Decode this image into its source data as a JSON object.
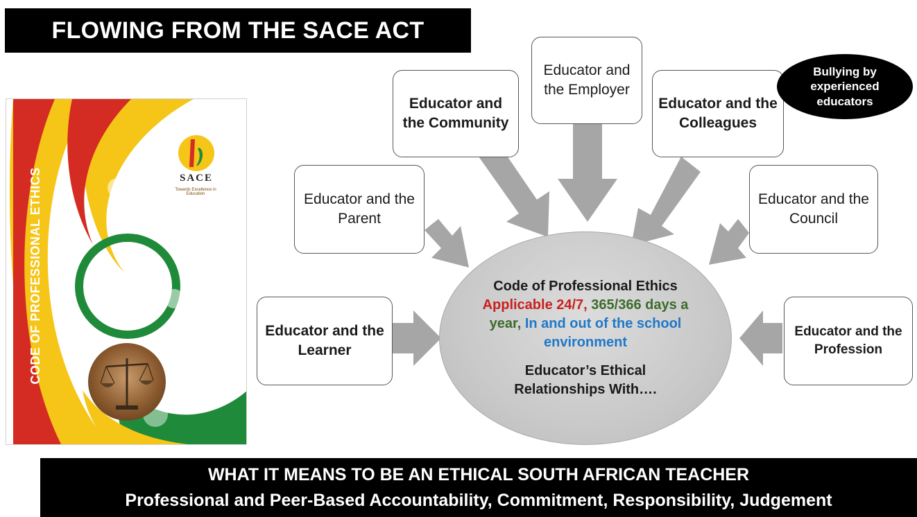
{
  "title": "FLOWING FROM THE SACE ACT",
  "cover": {
    "vertical_title": "CODE OF PROFESSIONAL ETHICS",
    "logo_text": "SACE",
    "logo_subtitle": "Towards Excellence in Education",
    "colors": {
      "red": "#d42b22",
      "yellow": "#f5c518",
      "green": "#1f8a3a"
    }
  },
  "boxes": {
    "community": "Educator and the Community",
    "employer": "Educator and the Employer",
    "colleagues": "Educator and the Colleagues",
    "parent": "Educator and the Parent",
    "council": "Educator and the Council",
    "learner": "Educator and the Learner",
    "profession": "Educator and the Profession"
  },
  "center": {
    "part1": "Code of Professional Ethics",
    "part2": "Applicable 24/7,",
    "part3": "365/366 days a year,",
    "part4": "In and out of the school environment",
    "relation": "Educator’s Ethical Relationships With…."
  },
  "callout": "Bullying by experienced educators",
  "bottom": {
    "line1": "WHAT IT MEANS TO BE AN ETHICAL SOUTH AFRICAN TEACHER",
    "line2": "Professional and Peer-Based Accountability, Commitment, Responsibility, Judgement"
  }
}
